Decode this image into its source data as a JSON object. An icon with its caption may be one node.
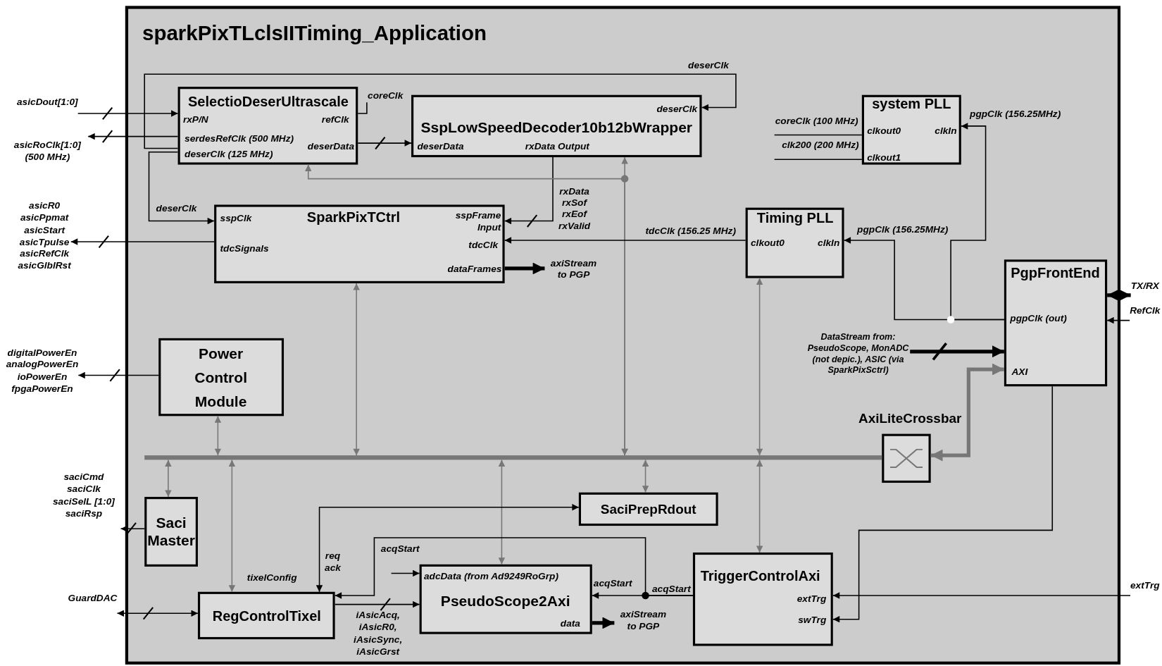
{
  "diagram": {
    "nodes": [
      {
        "text": [
          "sparkPixTLclsIITiming_Application"
        ]
      },
      {
        "text": [
          "SelectioDeserUltrascale",
          "rxP/N",
          "refClk",
          "serdesRefClk (500 MHz)",
          "deserData",
          "deserClk (125 MHz)"
        ],
        "in": 0
      },
      {
        "text": [
          "deserClk",
          "SspLowSpeedDecoder10b12bWrapper",
          "deserData",
          "rxData Output"
        ],
        "in": 0
      },
      {
        "text": [
          "sspClk",
          "SparkPixTCtrl",
          "sspFrame Input",
          "tdcSignals",
          "tdcClk",
          "dataFrames"
        ],
        "in": 0
      },
      {
        "text": [
          "system PLL",
          "clkout0",
          "clkIn",
          "clkout1"
        ],
        "in": 0
      },
      {
        "text": [
          "Timing PLL",
          "clkout0",
          "clkIn"
        ],
        "in": 0
      },
      {
        "text": [
          "PgpFrontEnd",
          "pgpClk (out)",
          "AXI"
        ],
        "in": 0
      },
      {
        "text": [
          "Power Control Module"
        ],
        "in": 0
      },
      {
        "text": [
          "AxiLiteCrossbar"
        ],
        "in": 0
      },
      {
        "text": [
          "Saci Master"
        ],
        "in": 0
      },
      {
        "text": [
          "SaciPrepRdout"
        ],
        "in": 0
      },
      {
        "text": [
          "RegControlTixel"
        ],
        "in": 0
      },
      {
        "text": [
          "adcData (from Ad9249RoGrp)",
          "PseudoScope2Axi",
          "data"
        ],
        "in": 0
      },
      {
        "text": [
          "TriggerControlAxi",
          "extTrg",
          "swTrg"
        ],
        "beside": [
          "acqStart"
        ],
        "in": 0
      },
      {
        "text": [],
        "shape": "bar",
        "in": 0
      },
      {
        "text": [
          "asicDout[1:0]"
        ]
      },
      {
        "text": [
          "asicRoClk[1:0] (500 MHz)"
        ]
      },
      {
        "text": [
          "asicR0 asicPpmat asicStart asicTpulse asicRefClk asicGlblRst"
        ]
      },
      {
        "text": [
          "digitalPowerEn analogPowerEn ioPowerEn fpgaPowerEn"
        ]
      },
      {
        "text": [
          "saciCmd saciClk saciSelL [1:0] saciRsp"
        ]
      },
      {
        "text": [
          "GuardDAC"
        ]
      },
      {
        "text": [
          "TX/RX"
        ]
      },
      {
        "text": [
          "RefClk"
        ]
      },
      {
        "text": [
          "extTrg"
        ]
      },
      {
        "text": [
          "axiStream to PGP"
        ],
        "in": 0
      },
      {
        "text": [
          "axiStream to PGP"
        ],
        "in": 0
      },
      {
        "text": [
          "DataStream from: PseudoScope, MonADC (not depic.), ASIC (via SparkPixSctrl)"
        ],
        "in": 0
      }
    ],
    "edges": [
      {
        "from": 15,
        "to": 1,
        "arrow": "to"
      },
      {
        "from": 1,
        "to": 16,
        "arrow": "to"
      },
      {
        "from": 1,
        "to": null,
        "arrow": "none",
        "label": "coreClk"
      },
      {
        "from": 1,
        "to": 2,
        "arrow": "to",
        "label": "deserClk"
      },
      {
        "from": 1,
        "to": 3,
        "arrow": "to",
        "label": "deserClk"
      },
      {
        "from": 1,
        "to": 2,
        "arrow": "to"
      },
      {
        "from": 2,
        "to": 3,
        "arrow": "to",
        "label": "rxData rxSof rxEof rxValid"
      },
      {
        "from": 14,
        "to": 1,
        "arrow": "both",
        "color": "#777777"
      },
      {
        "from": 14,
        "to": 2,
        "arrow": "both",
        "color": "#777777"
      },
      {
        "from": 5,
        "to": 3,
        "arrow": "to",
        "label": "tdcClk (156.25 MHz)"
      },
      {
        "from": 6,
        "to": 5,
        "arrow": "to",
        "label": "pgpClk (156.25MHz)"
      },
      {
        "from": 6,
        "to": 4,
        "arrow": "to",
        "label": "pgpClk (156.25MHz)"
      },
      {
        "from": 4,
        "to": null,
        "arrow": "none",
        "label": "coreClk (100 MHz)"
      },
      {
        "from": 4,
        "to": null,
        "arrow": "none",
        "label": "clk200 (200 MHz)"
      },
      {
        "from": 6,
        "to": 21,
        "arrow": "both",
        "style": "thick"
      },
      {
        "from": 22,
        "to": 6,
        "arrow": "to"
      },
      {
        "from": 26,
        "to": 6,
        "arrow": "to",
        "style": "thick"
      },
      {
        "from": 8,
        "to": 6,
        "arrow": "both",
        "style": "thick",
        "color": "#777777"
      },
      {
        "from": 14,
        "to": 3,
        "arrow": "both",
        "color": "#777777"
      },
      {
        "from": 14,
        "to": 5,
        "arrow": "both",
        "color": "#777777"
      },
      {
        "from": 14,
        "to": 7,
        "arrow": "both",
        "color": "#777777"
      },
      {
        "from": 14,
        "to": 9,
        "arrow": "both",
        "color": "#777777"
      },
      {
        "from": 14,
        "to": 11,
        "arrow": "both",
        "label": "tixelConfig",
        "color": "#777777"
      },
      {
        "from": 14,
        "to": 12,
        "arrow": "both",
        "color": "#777777"
      },
      {
        "from": 14,
        "to": 10,
        "arrow": "both",
        "color": "#777777"
      },
      {
        "from": 14,
        "to": 13,
        "arrow": "both",
        "color": "#777777"
      },
      {
        "from": 3,
        "to": 24,
        "arrow": "to",
        "style": "thick"
      },
      {
        "from": 12,
        "to": 25,
        "arrow": "to",
        "style": "thick"
      },
      {
        "from": 6,
        "to": 13,
        "arrow": "to"
      },
      {
        "from": 23,
        "to": 13,
        "arrow": "to"
      },
      {
        "from": 13,
        "to": 12,
        "arrow": "to",
        "label": "acqStart"
      },
      {
        "from": 13,
        "to": 11,
        "arrow": "to",
        "label": "acqStart"
      },
      {
        "from": 11,
        "to": 10,
        "arrow": "both",
        "label": "req ack"
      },
      {
        "from": 11,
        "to": 12,
        "arrow": "to",
        "label": "iAsicAcq, iAsicR0, iAsicSync, iAsicGrst"
      },
      {
        "from": null,
        "to": 12,
        "arrow": "to"
      },
      {
        "from": 20,
        "to": 11,
        "arrow": "both"
      },
      {
        "from": 9,
        "to": 19,
        "arrow": "to"
      },
      {
        "from": 7,
        "to": 18,
        "arrow": "to"
      },
      {
        "from": 3,
        "to": 17,
        "arrow": "to"
      }
    ]
  }
}
